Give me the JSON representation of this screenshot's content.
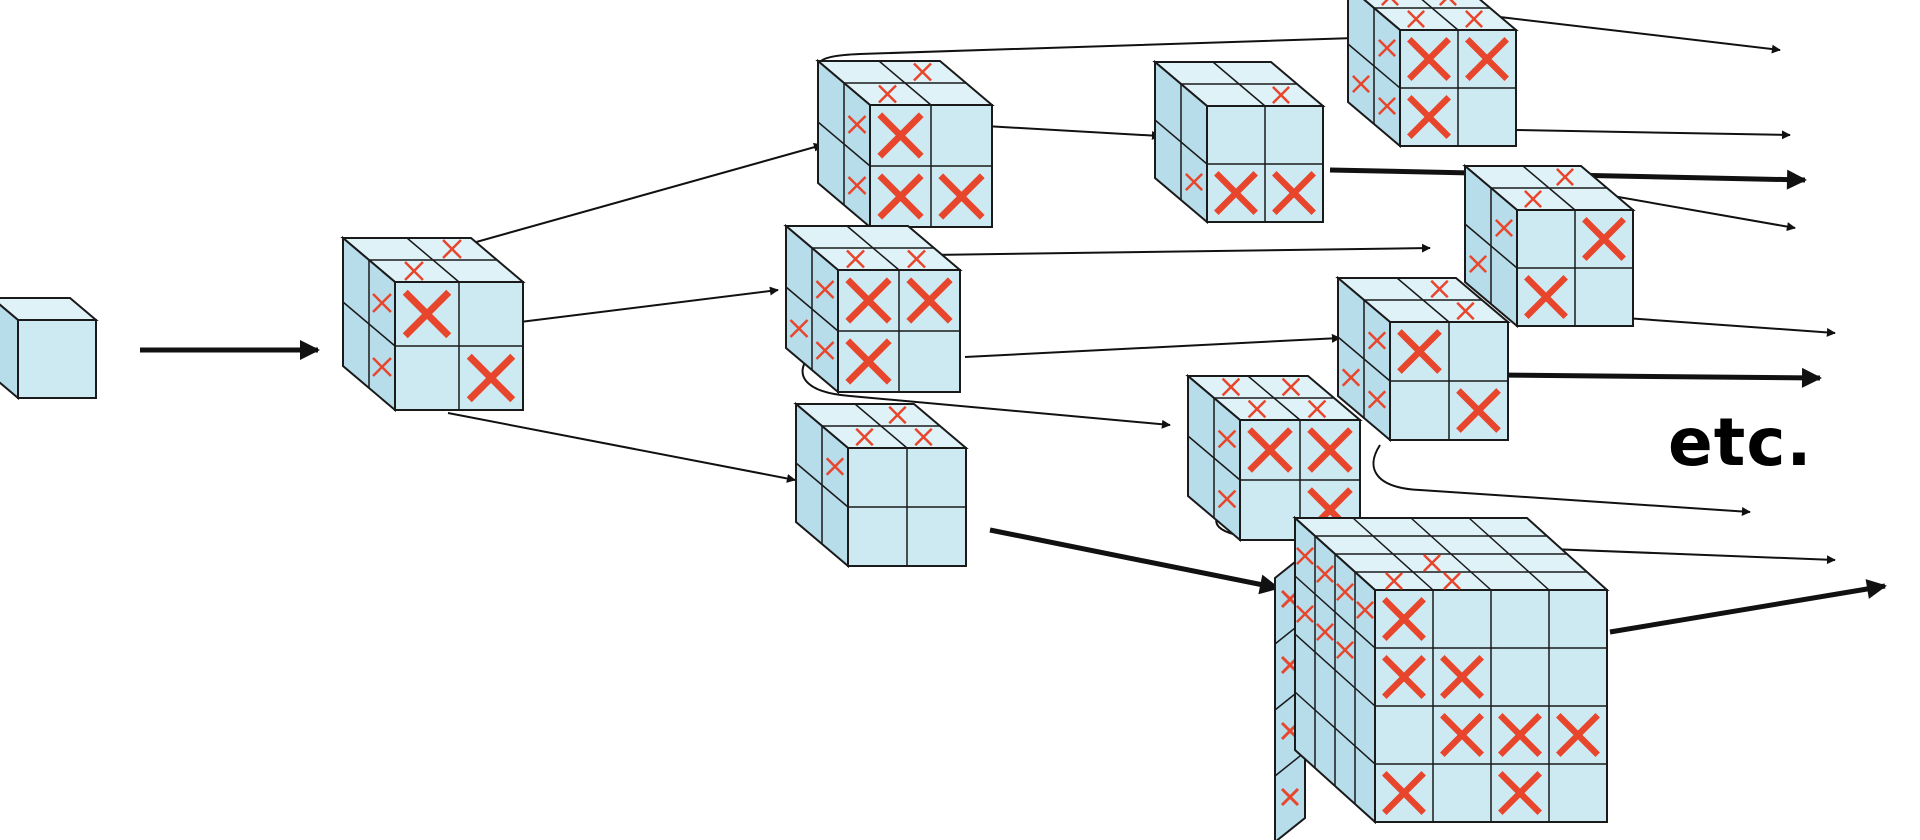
{
  "diagram": {
    "annotation": "etc.",
    "colors": {
      "cube_face": "#cdeaf3",
      "cube_top": "#dff2f8",
      "cube_side": "#b7dcea",
      "cube_edge": "#1a1a1a",
      "mark": "#e8462c",
      "arrow": "#111111",
      "background": "#ffffff"
    },
    "cubes": [
      {
        "id": "start",
        "cells": 1
      },
      {
        "id": "level-1",
        "cells": 2
      },
      {
        "id": "level-2-top",
        "cells": 2
      },
      {
        "id": "level-2-middle",
        "cells": 2
      },
      {
        "id": "level-2-bottom",
        "cells": 2
      },
      {
        "id": "level-3-a",
        "cells": 2
      },
      {
        "id": "level-3-b",
        "cells": 2
      },
      {
        "id": "level-3-c",
        "cells": 2
      },
      {
        "id": "level-3-d",
        "cells": 2
      },
      {
        "id": "level-3-e",
        "cells": 2
      },
      {
        "id": "level-3-large",
        "cells": 4
      }
    ]
  }
}
